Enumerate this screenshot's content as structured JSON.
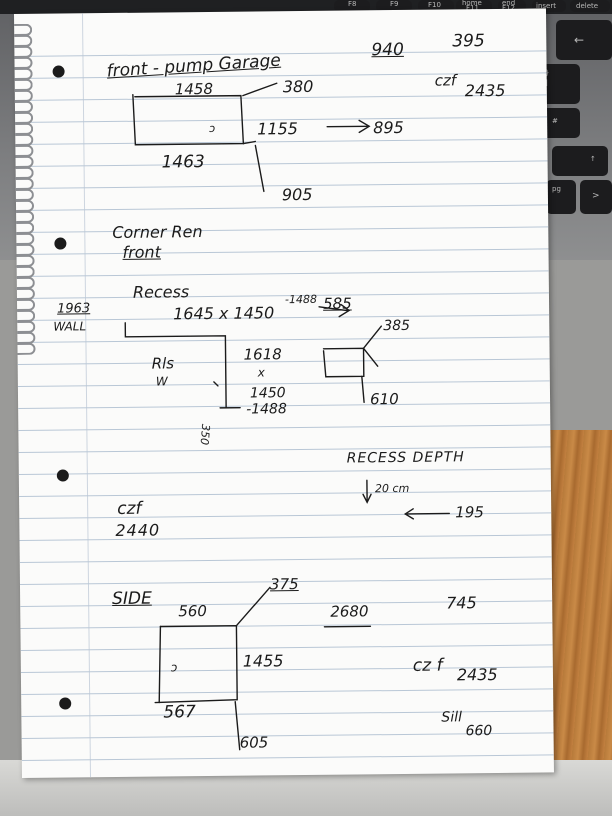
{
  "keyboard": {
    "keys": [
      "F8",
      "F9",
      "F10",
      "home",
      "F11",
      "end",
      "F12",
      "insert",
      "delete",
      "←",
      "}",
      "]",
      "#",
      "↑",
      "pg",
      ">"
    ]
  },
  "notes": {
    "top_right_1": "940",
    "top_right_2": "395",
    "title_front": "front - pump Garage",
    "front_top_width": "1458",
    "front_top_right": "380",
    "front_height": "1155",
    "front_arrow_value": "895",
    "front_bottom_width": "1463",
    "front_bottom_right": "905",
    "czf_front": "czf",
    "czf_front_value": "2435",
    "corner_title": "Corner Ren",
    "corner_front": "front",
    "recess_label": "Recess",
    "wall_label_value": "1963",
    "wall_label": "WALL",
    "recess_dims": "1645 x 1450",
    "recess_dims_correction": "-1488",
    "recess_right": "585",
    "corner_right_top": "385",
    "rls": "Rls",
    "w": "W",
    "corner_height": "1618",
    "corner_x": "x",
    "corner_sub1": "1450",
    "corner_sub2": "-1488",
    "corner_bottom": "610",
    "small_rotated": "350",
    "recess_depth": "RECESS DEPTH",
    "depth_20": "20 cm",
    "depth_195": "195",
    "czf_middle": "czf",
    "czf_middle_value": "2440",
    "side_label": "SIDE",
    "side_top": "560",
    "side_top_right": "375",
    "side_2680": "2680",
    "side_745": "745",
    "side_height": "1455",
    "czf_side": "cz f",
    "czf_side_value": "2435",
    "side_bottom": "567",
    "side_bottom_right": "605",
    "sill_label": "Sill",
    "sill_value": "660"
  }
}
